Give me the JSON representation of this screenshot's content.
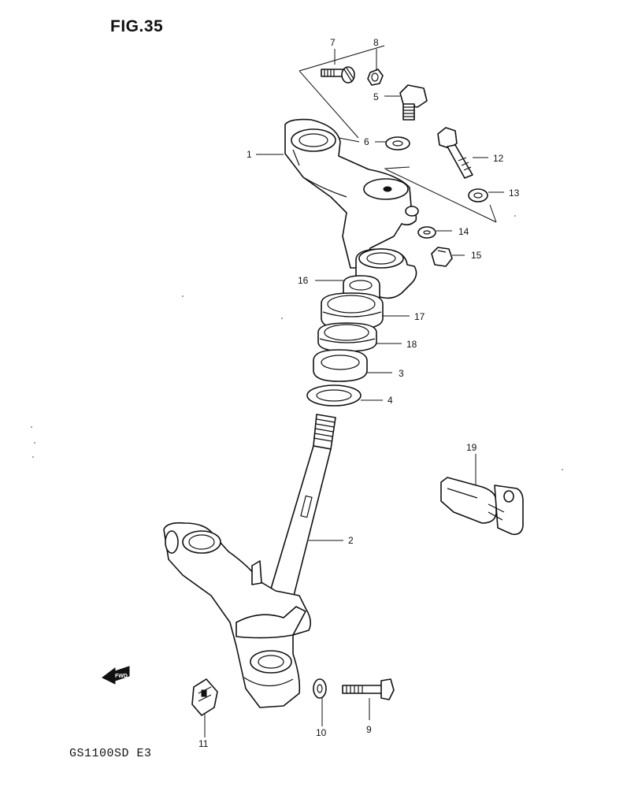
{
  "figure": {
    "title": "FIG.35",
    "model_code": "GS1100SD E3",
    "fwd_label": "FWD"
  },
  "callouts": [
    {
      "id": "1",
      "label": "1"
    },
    {
      "id": "2",
      "label": "2"
    },
    {
      "id": "3",
      "label": "3"
    },
    {
      "id": "4",
      "label": "4"
    },
    {
      "id": "5",
      "label": "5"
    },
    {
      "id": "6",
      "label": "6"
    },
    {
      "id": "7",
      "label": "7"
    },
    {
      "id": "8",
      "label": "8"
    },
    {
      "id": "9",
      "label": "9"
    },
    {
      "id": "10",
      "label": "10"
    },
    {
      "id": "11",
      "label": "11"
    },
    {
      "id": "12",
      "label": "12"
    },
    {
      "id": "13",
      "label": "13"
    },
    {
      "id": "14",
      "label": "14"
    },
    {
      "id": "15",
      "label": "15"
    },
    {
      "id": "16",
      "label": "16"
    },
    {
      "id": "17",
      "label": "17"
    },
    {
      "id": "18",
      "label": "18"
    },
    {
      "id": "19",
      "label": "19"
    }
  ]
}
